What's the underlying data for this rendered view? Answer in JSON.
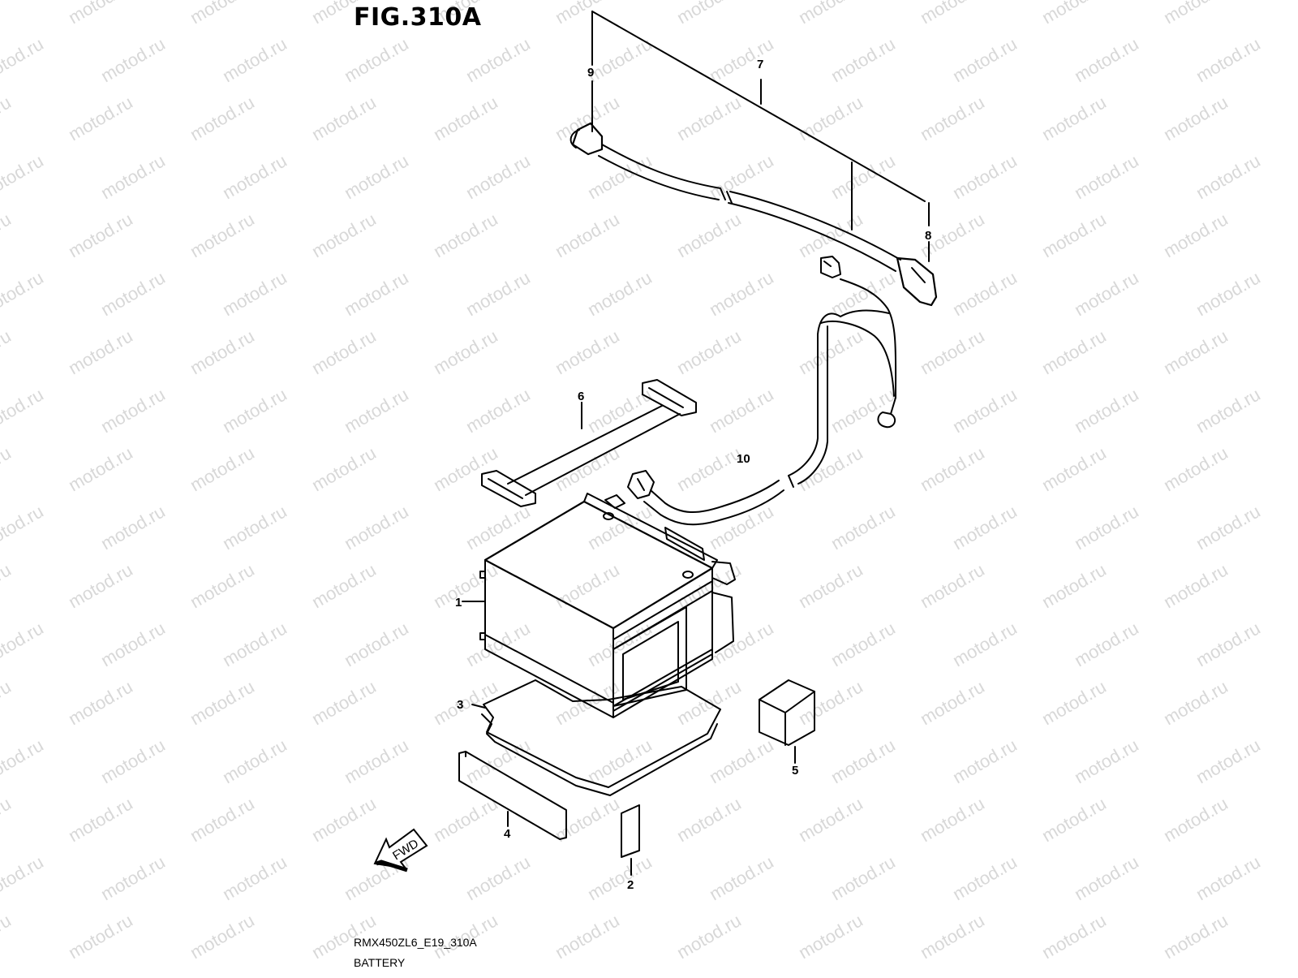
{
  "figure_title": "FIG.310A",
  "watermark_text": "motod.ru",
  "fwd_label": "FWD",
  "footer": {
    "model_code": "RMX450ZL6_E19_310A",
    "section_name": "BATTERY"
  },
  "callouts": {
    "c1": "1",
    "c2": "2",
    "c3": "3",
    "c4": "4",
    "c5": "5",
    "c6": "6",
    "c7": "7",
    "c8": "8",
    "c9": "9",
    "c10": "10"
  },
  "colors": {
    "line": "#000000",
    "watermark": "#d8d8d8",
    "background": "#ffffff"
  }
}
